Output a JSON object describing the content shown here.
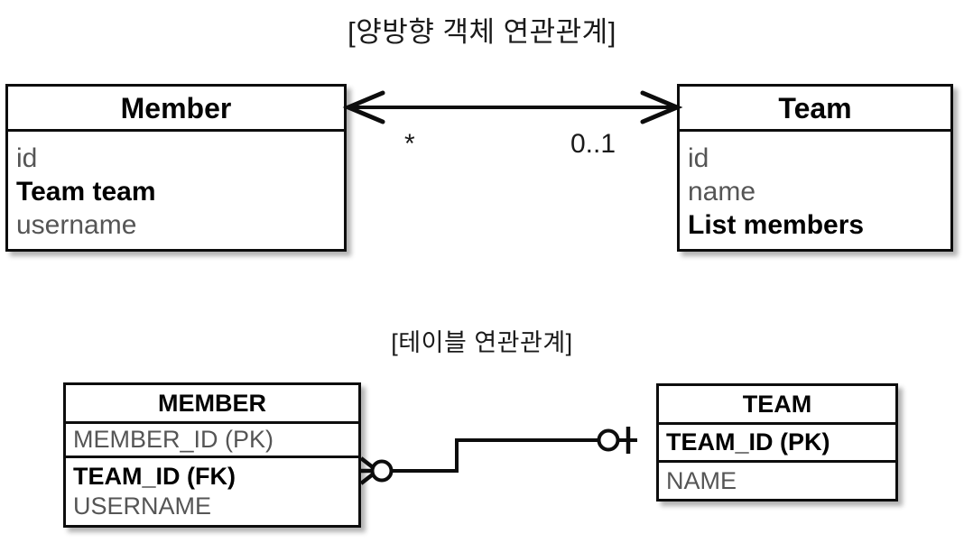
{
  "sections": {
    "object": {
      "title": "[양방향 객체 연관관계]",
      "left_class": {
        "name": "Member",
        "attributes": [
          {
            "text": "id",
            "emphasis": "plain"
          },
          {
            "text": "Team team",
            "emphasis": "strong"
          },
          {
            "text": "username",
            "emphasis": "plain"
          }
        ]
      },
      "right_class": {
        "name": "Team",
        "attributes": [
          {
            "text": "id",
            "emphasis": "plain"
          },
          {
            "text": "name",
            "emphasis": "plain"
          },
          {
            "text": "List members",
            "emphasis": "strong"
          }
        ]
      },
      "association": {
        "style": "bidirectional-arrow",
        "source_multiplicity": "*",
        "target_multiplicity": "0..1"
      }
    },
    "table": {
      "title": "[테이블 연관관계]",
      "left_table": {
        "name": "MEMBER",
        "columns": [
          {
            "text": "MEMBER_ID (PK)",
            "emphasis": "plain"
          },
          {
            "text": "TEAM_ID (FK)",
            "emphasis": "strong"
          },
          {
            "text": "USERNAME",
            "emphasis": "plain"
          }
        ]
      },
      "right_table": {
        "name": "TEAM",
        "columns": [
          {
            "text": "TEAM_ID (PK)",
            "emphasis": "strong"
          },
          {
            "text": "NAME",
            "emphasis": "plain"
          }
        ]
      },
      "relationship": {
        "style": "crows-foot",
        "left_cardinality": "zero-or-many",
        "right_cardinality": "zero-or-one"
      }
    }
  },
  "colors": {
    "stroke": "#0d0d0d",
    "background": "#ffffff",
    "text_strong": "#000000",
    "text_plain": "#555555"
  }
}
